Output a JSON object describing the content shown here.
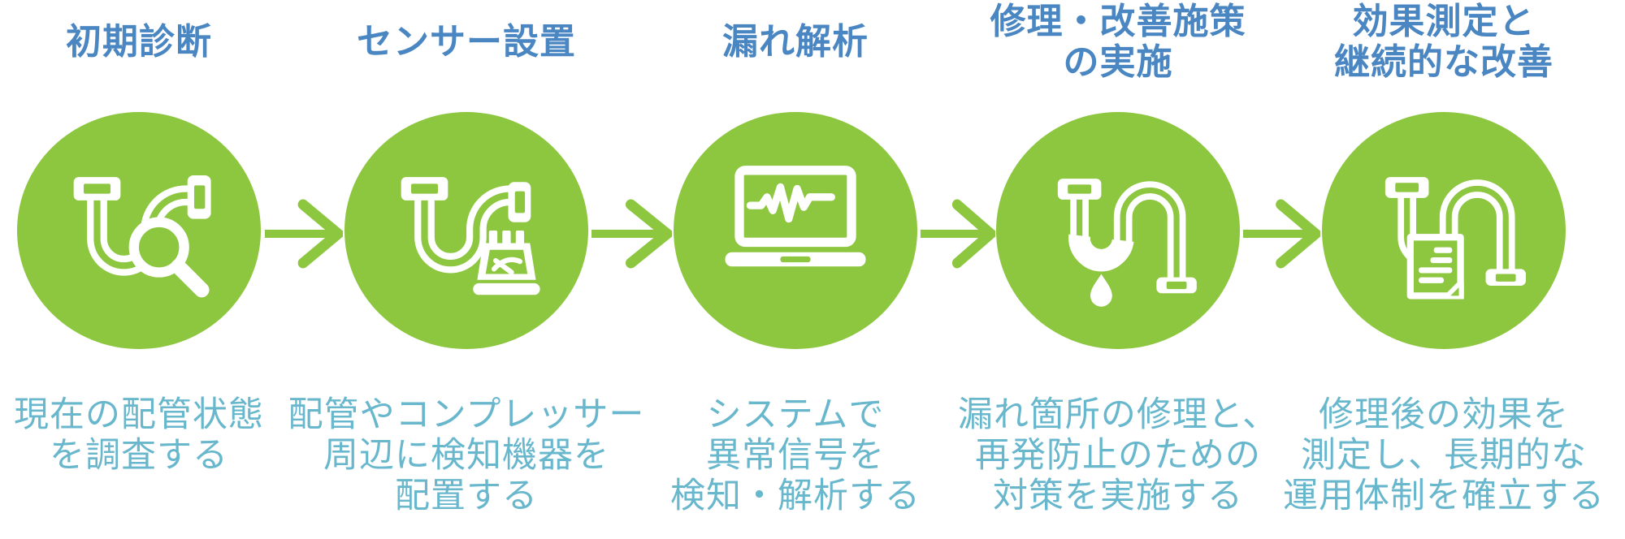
{
  "diagram": {
    "colors": {
      "green": "#8DC63F",
      "title_blue": "#4A86C2",
      "desc_teal": "#68B7CD",
      "icon_white": "#FFFFFF"
    },
    "steps": [
      {
        "title": "初期診断",
        "icon": "pipe-magnifier-icon",
        "description": "現在の配管状態\nを調査する"
      },
      {
        "title": "センサー設置",
        "icon": "pipe-sensor-icon",
        "description": "配管やコンプレッサー\n周辺に検知機器を\n配置する"
      },
      {
        "title": "漏れ解析",
        "icon": "laptop-waveform-icon",
        "description": "システムで\n異常信号を\n検知・解析する"
      },
      {
        "title": "修理・改善施策\nの実施",
        "icon": "leaking-pipe-droplet-icon",
        "description": "漏れ箇所の修理と、\n再発防止のための\n対策を実施する"
      },
      {
        "title": "効果測定と\n継続的な改善",
        "icon": "pipe-report-document-icon",
        "description": "修理後の効果を\n測定し、長期的な\n運用体制を確立する"
      }
    ],
    "arrows": {
      "direction": "right",
      "count": 4
    }
  }
}
